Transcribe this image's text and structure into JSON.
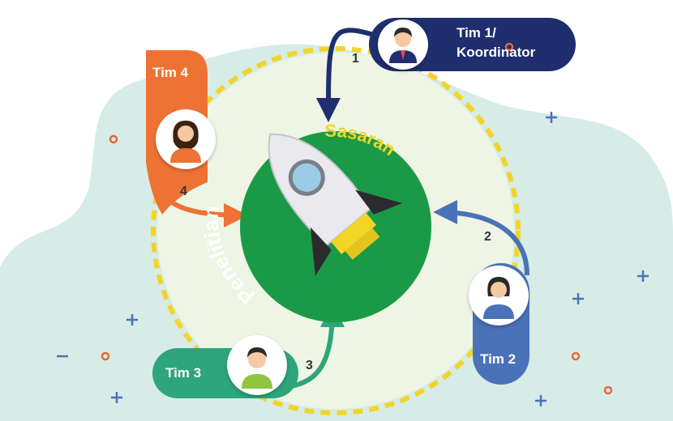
{
  "center": {
    "top_text": "Sasaran",
    "bottom_text": "Penelitian"
  },
  "teams": [
    {
      "label_line1": "Tim 1/",
      "label_line2": "Koordinator",
      "step": "1",
      "color": "#1f2e6e"
    },
    {
      "label": "Tim 2",
      "step": "2",
      "color": "#4a72b8"
    },
    {
      "label": "Tim 3",
      "step": "3",
      "color": "#2ea57c"
    },
    {
      "label": "Tim 4",
      "step": "4",
      "color": "#ee7234"
    }
  ],
  "colors": {
    "center": "#1a9a46",
    "center_text": "#f2d526",
    "ring": "#f2d526",
    "blob": "#d7ece7",
    "disk": "#eef5e4"
  },
  "icons": [
    "rocket-icon",
    "person-male-icon",
    "person-female-icon"
  ]
}
